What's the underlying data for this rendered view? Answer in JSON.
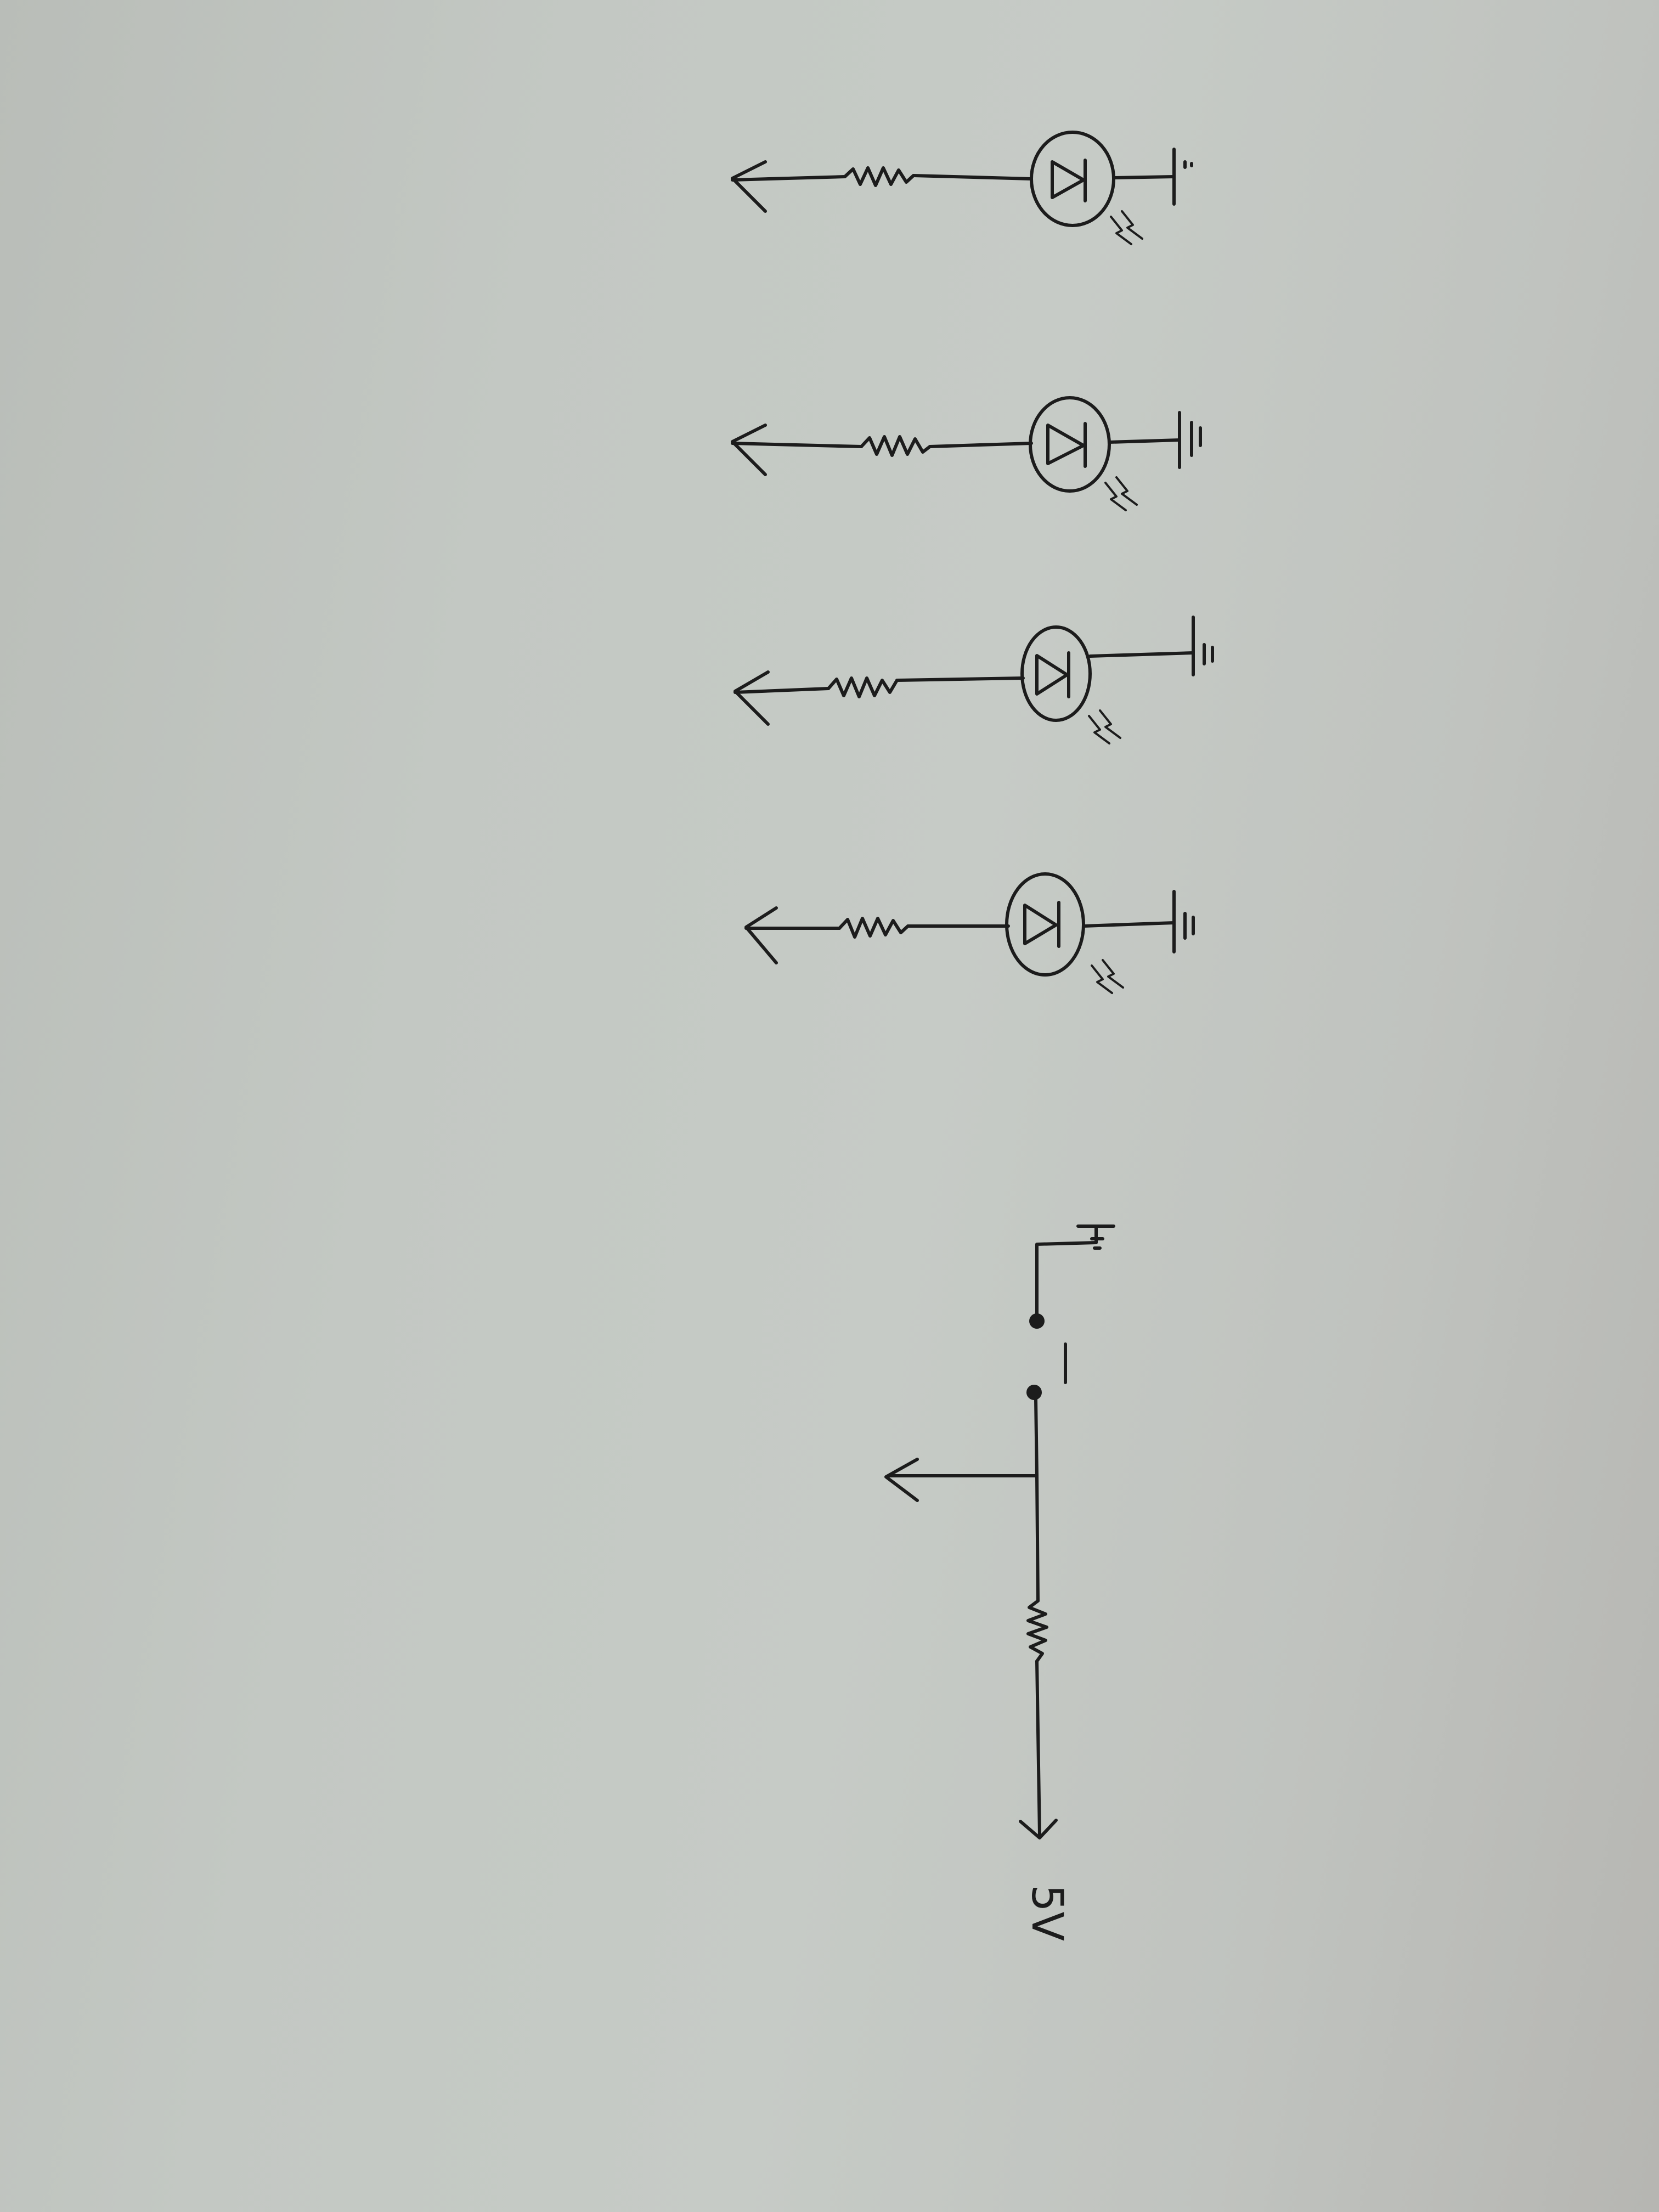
{
  "diagram": {
    "supply_label": "5V",
    "led_branch_count": 4,
    "components": {
      "led_branches": [
        "resistor",
        "led",
        "ground"
      ],
      "button_circuit": [
        "supply",
        "pull-up-resistor",
        "output-tap",
        "push-button",
        "ground"
      ]
    },
    "ink_color": "#1c1c1c",
    "paper_color": "#c4c9c4"
  }
}
